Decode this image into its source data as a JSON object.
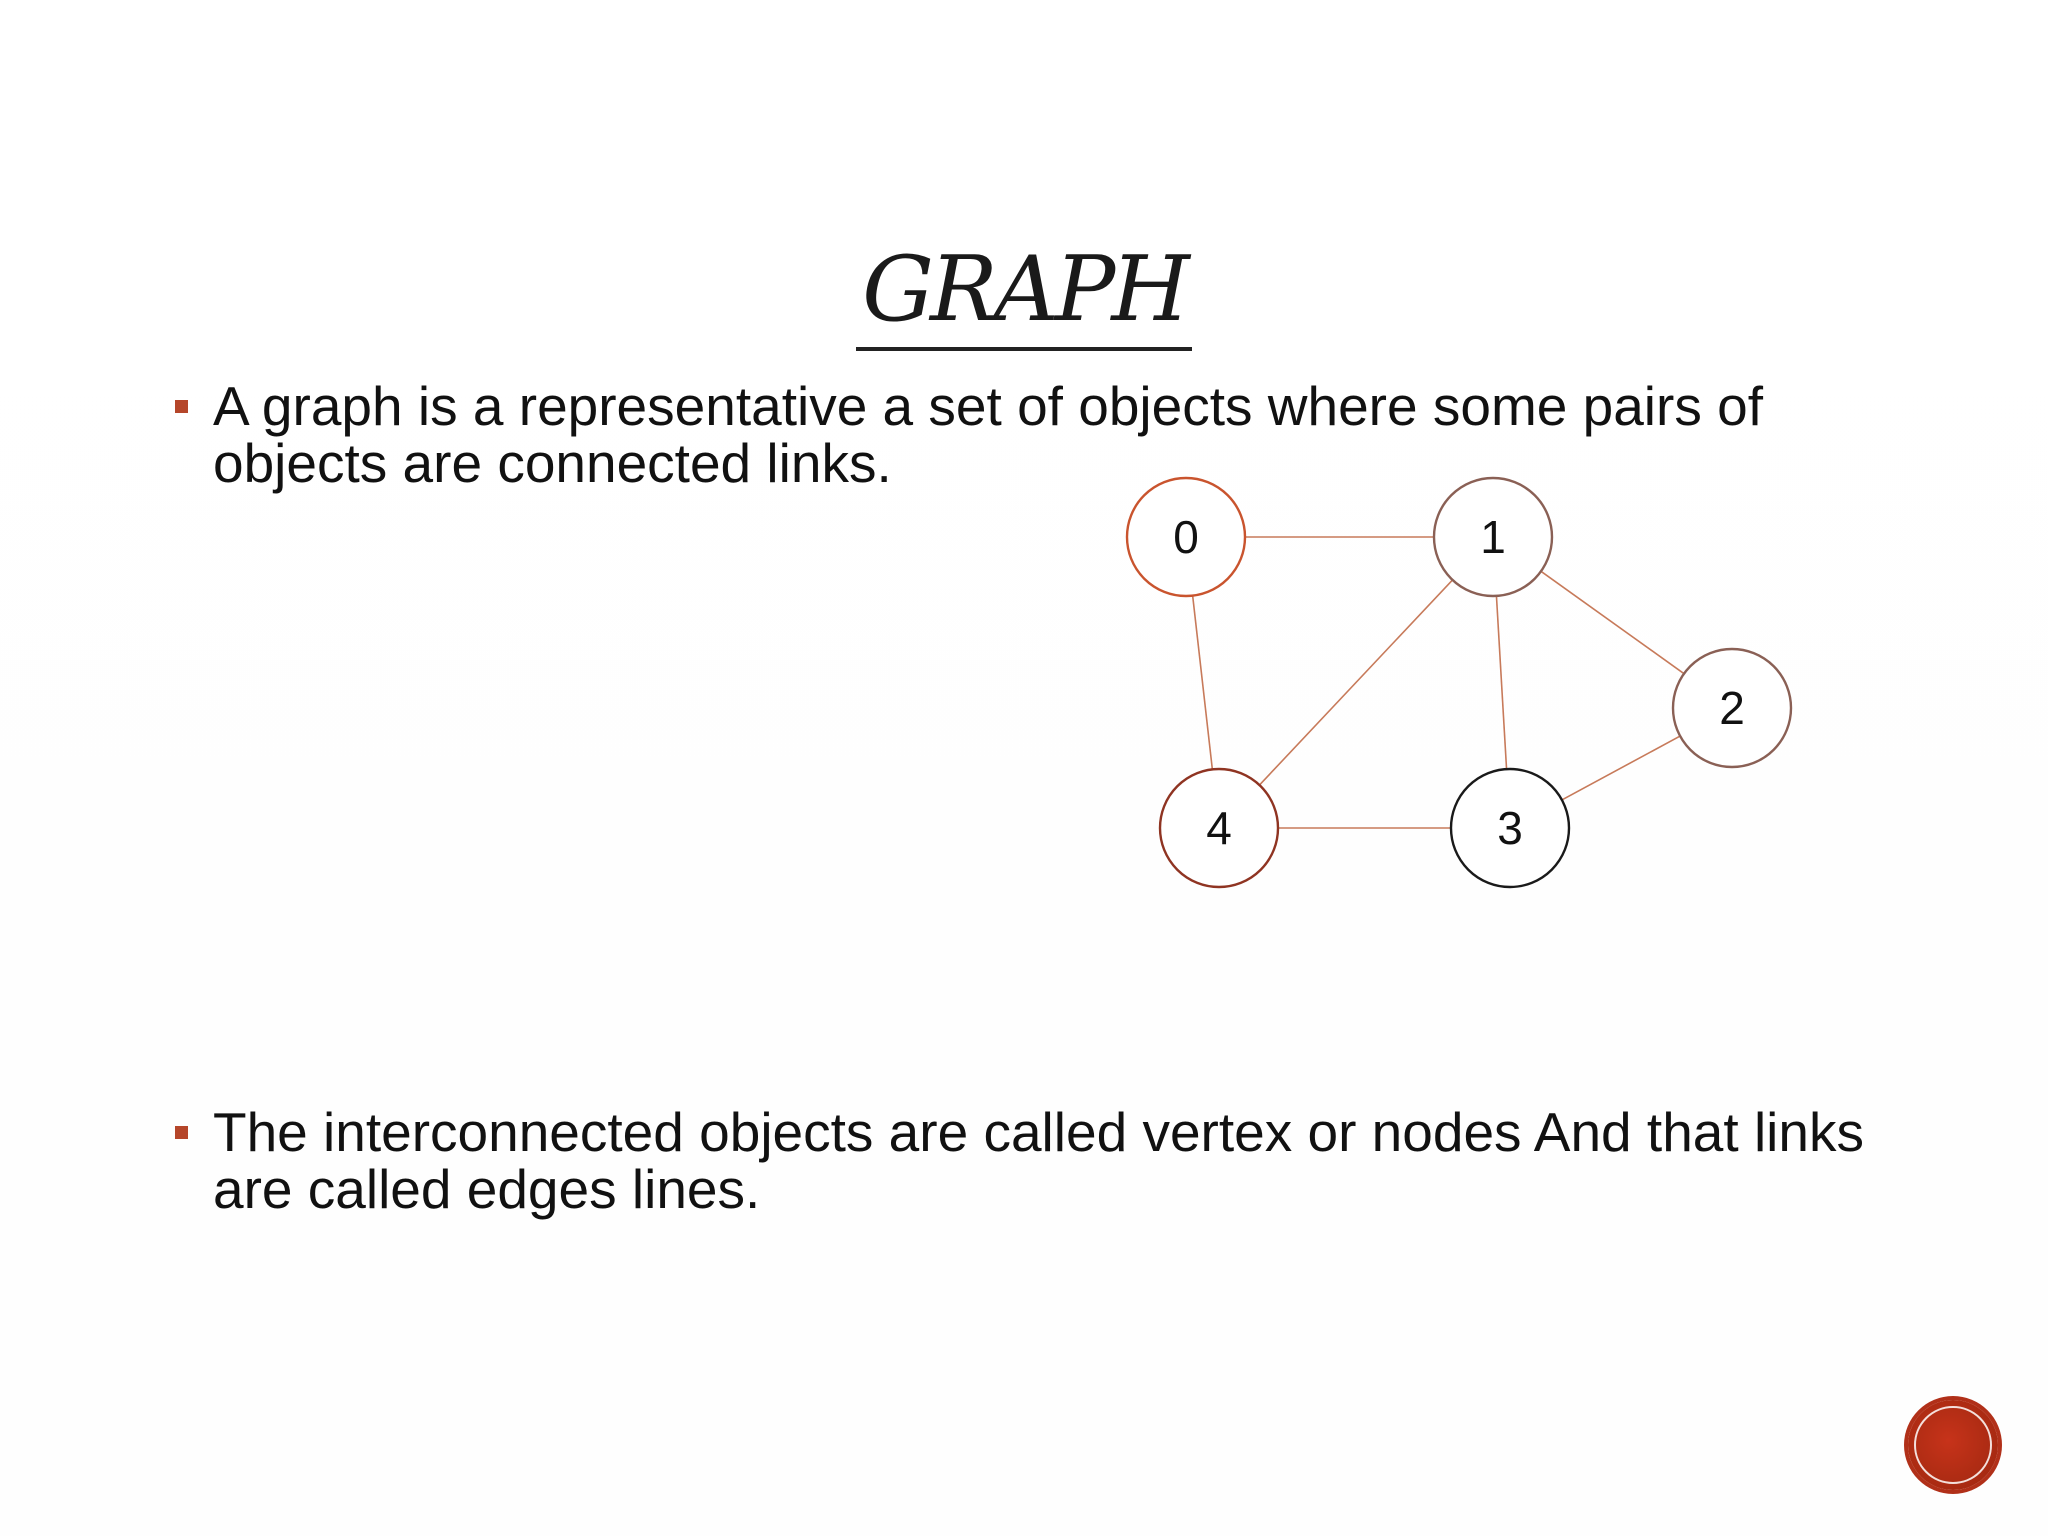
{
  "slide": {
    "title": "GRAPH",
    "bullets": [
      "A graph is a representative a set of objects where some pairs of objects are connected links.",
      "The interconnected objects are called vertex or nodes And that links are called edges  lines."
    ]
  },
  "graph": {
    "nodes": [
      {
        "id": "0",
        "label": "0"
      },
      {
        "id": "1",
        "label": "1"
      },
      {
        "id": "2",
        "label": "2"
      },
      {
        "id": "3",
        "label": "3"
      },
      {
        "id": "4",
        "label": "4"
      }
    ],
    "edges": [
      [
        "0",
        "1"
      ],
      [
        "0",
        "4"
      ],
      [
        "1",
        "4"
      ],
      [
        "1",
        "3"
      ],
      [
        "1",
        "2"
      ],
      [
        "4",
        "3"
      ],
      [
        "3",
        "2"
      ]
    ]
  },
  "colors": {
    "accent": "#b5462a",
    "edge": "#c77a5a",
    "nav_button": "#b13019"
  }
}
